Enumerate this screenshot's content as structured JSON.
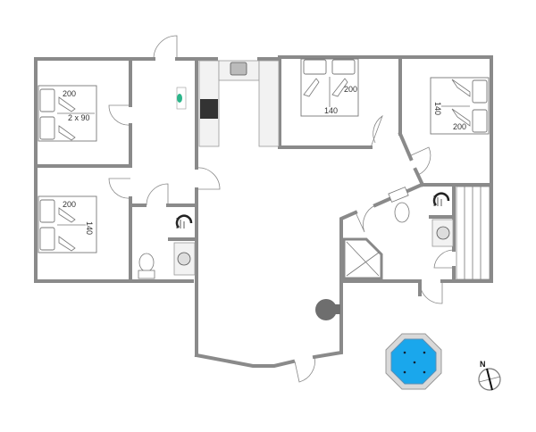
{
  "plan": {
    "bed_labels": {
      "bedroom1_length": "200",
      "bedroom1_size": "2 x 90",
      "bedroom2_length": "200",
      "bedroom2_width": "140",
      "bedroom3_length": "200",
      "bedroom3_width": "140",
      "bedroom4_width": "140",
      "bedroom4_length": "200"
    },
    "compass_label": "N",
    "colors": {
      "wall": "#8a8a8a",
      "hot_tub_water": "#1aa7ec",
      "hot_tub_rim": "#d9d9d9",
      "stove": "#333333",
      "fireplace": "#6e6e6e"
    }
  }
}
